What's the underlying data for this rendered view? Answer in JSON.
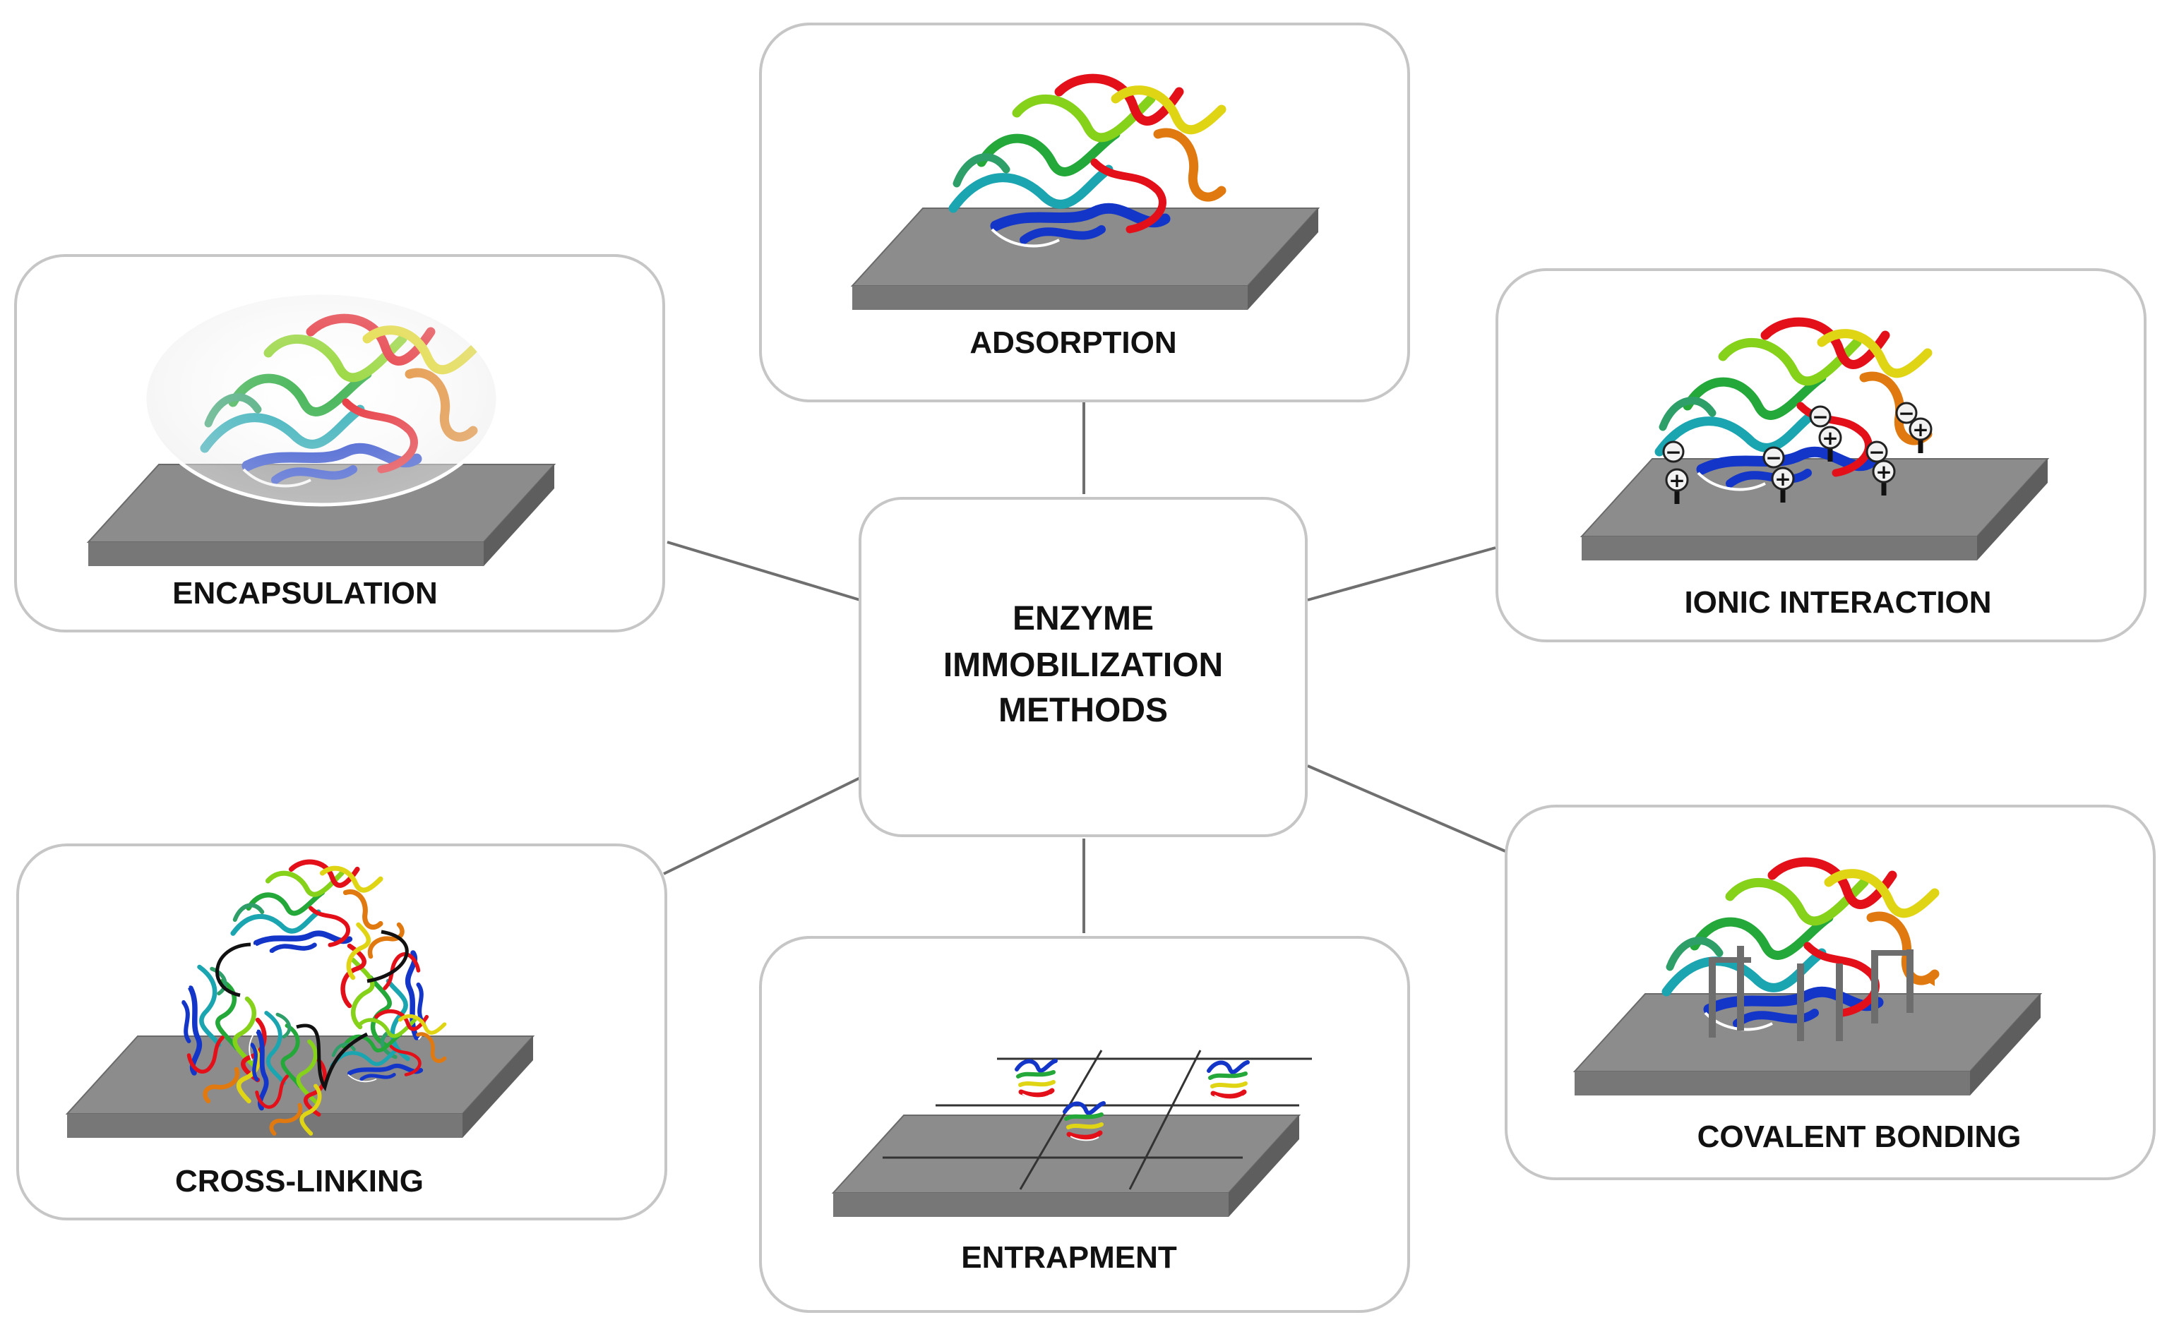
{
  "center": {
    "title_line1": "ENZYME",
    "title_line2": "IMMOBILIZATION",
    "title_line3": "METHODS"
  },
  "methods": {
    "adsorption": "ADSORPTION",
    "encapsulation": "ENCAPSULATION",
    "ionic": "IONIC INTERACTION",
    "crosslinking": "CROSS-LINKING",
    "entrapment": "ENTRAPMENT",
    "covalent": "COVALENT BONDING"
  },
  "charges": {
    "negative": "−",
    "positive": "+"
  },
  "colors": {
    "support_top": "#8c8c8c",
    "support_side": "#6a6a6a",
    "connector": "#6f6f6f",
    "box_border": "#c6c6c6"
  },
  "icons": [
    "protein-ribbon-icon",
    "support-slab-icon",
    "capsule-icon",
    "charge-pin-icon",
    "crosslink-icon",
    "mesh-grid-icon",
    "covalent-linker-icon"
  ]
}
